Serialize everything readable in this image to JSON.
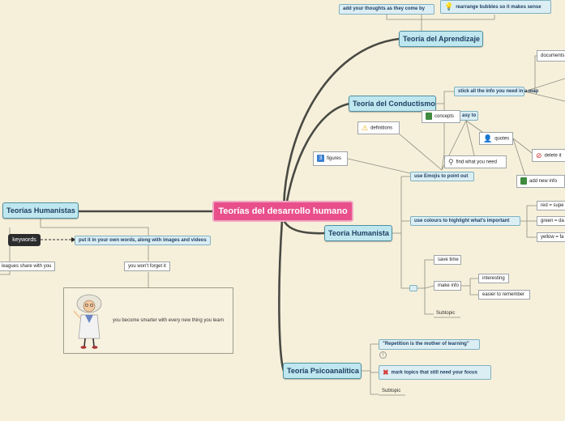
{
  "central": "Teorías del desarrollo humano",
  "humanistas": {
    "title": "Teorías Humanistas",
    "keywords": "keywords",
    "colleagues": "leagues share with you",
    "own_words": "put it in your own words, along with images and videos",
    "forget": "you won't forget it",
    "smarter": "you become smarter with every new thing you learn"
  },
  "aprendizaje": {
    "title": "Teoría del Aprendizaje",
    "thoughts": "add your thoughts as they come by",
    "rearrange": "rearrange bubbles so it makes sense"
  },
  "conductismo": {
    "title": "Teoría del Conductismo",
    "stick": "stick all the info you need in a map",
    "documents": "documents",
    "easy_to": "asy to",
    "concepts": "concepts",
    "definitions": "definitions",
    "quotes": "quotes",
    "find": "find what you need",
    "delete": "delete it",
    "add_new": "add new info",
    "figures": "figures"
  },
  "humanista": {
    "title": "Teoría Humanista",
    "emojis": "use Emojis to point out",
    "colours": "use colours to highlight what's important",
    "red": "red = supe",
    "green": "green = da",
    "yellow": "yellow = fa",
    "save_time": "save time",
    "make_info": "make info",
    "interesting": "interesting",
    "easier": "easier to remember",
    "subtopic": "Subtopic"
  },
  "psicoanalitica": {
    "title": "Teoría Psicoanalítica",
    "repetition": "\"Repetition is the mother of learning\"",
    "mark": "mark topics that still need your focus",
    "subtopic": "Subtopic"
  },
  "colors": {
    "background": "#f6f0db",
    "central": "#e84f8b",
    "topic_fill": "#bfe7ef",
    "branch": "#4a4a44"
  },
  "icons": [
    "lightbulb-icon",
    "warning-icon",
    "book-icon",
    "magnifier-icon",
    "person-icon",
    "no-entry-icon",
    "book-green-icon",
    "number-three-icon",
    "red-x-icon",
    "exclamation-icon",
    "scientist-illustration"
  ]
}
